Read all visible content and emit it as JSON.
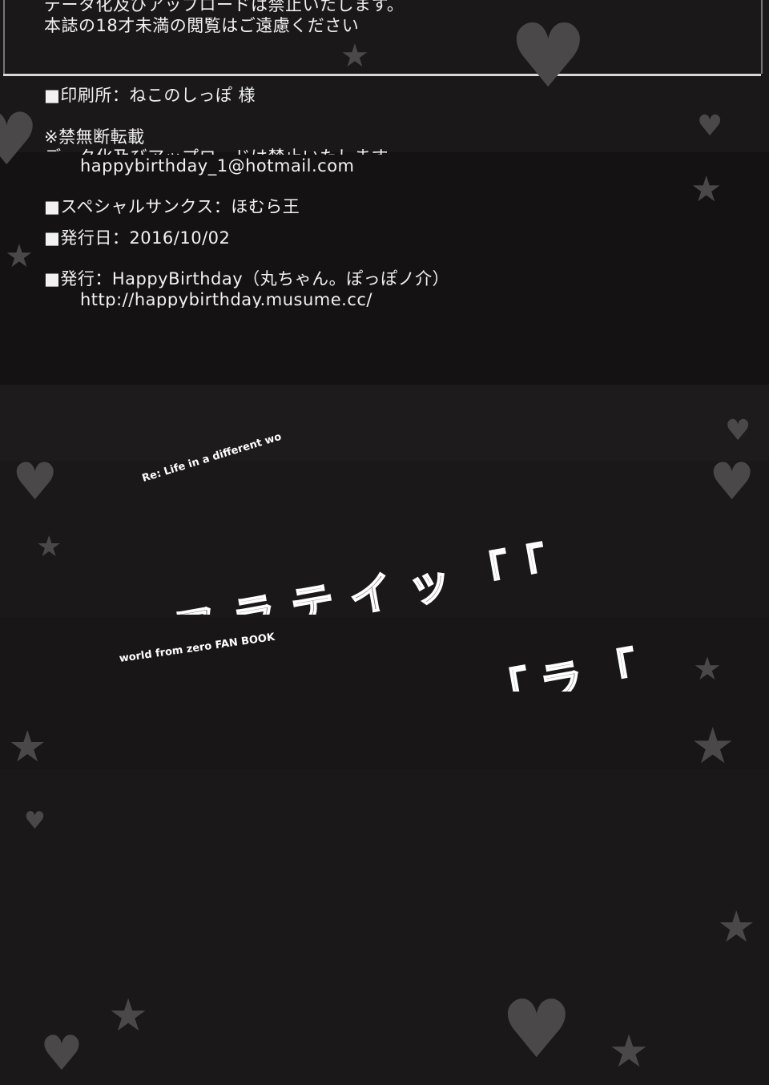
{
  "colophon": {
    "notice_line1": "データ化及びアップロードは禁止いたします。",
    "notice_line2": "本誌の18才未満の閲覧はご遠慮ください",
    "printer": "■印刷所：ねこのしっぽ 様",
    "reprint_ban": "※禁無断転載",
    "reprint_ban_sub": "データ化及びアップロードは禁止いたします",
    "email": "happybirthday_1@hotmail.com",
    "special_thanks": "■スペシャルサンクス：ほむら王",
    "issue_date": "■発行日：2016/10/02",
    "publisher": "■発行：HappyBirthday（丸ちゃん。ぽっぽノ介）",
    "url": "http://happybirthday.musume.cc/"
  },
  "logo": {
    "subtitle_top": "Re: Life in a different wo",
    "subtitle_bottom": "world from zero FAN BOOK",
    "title_fragment_1": "ソフラテイッ「「",
    "title_fragment_2": "「ラ「"
  },
  "colors": {
    "background": "#1a1818",
    "text": "#f2f2f2",
    "decoration": "#4a4848"
  }
}
